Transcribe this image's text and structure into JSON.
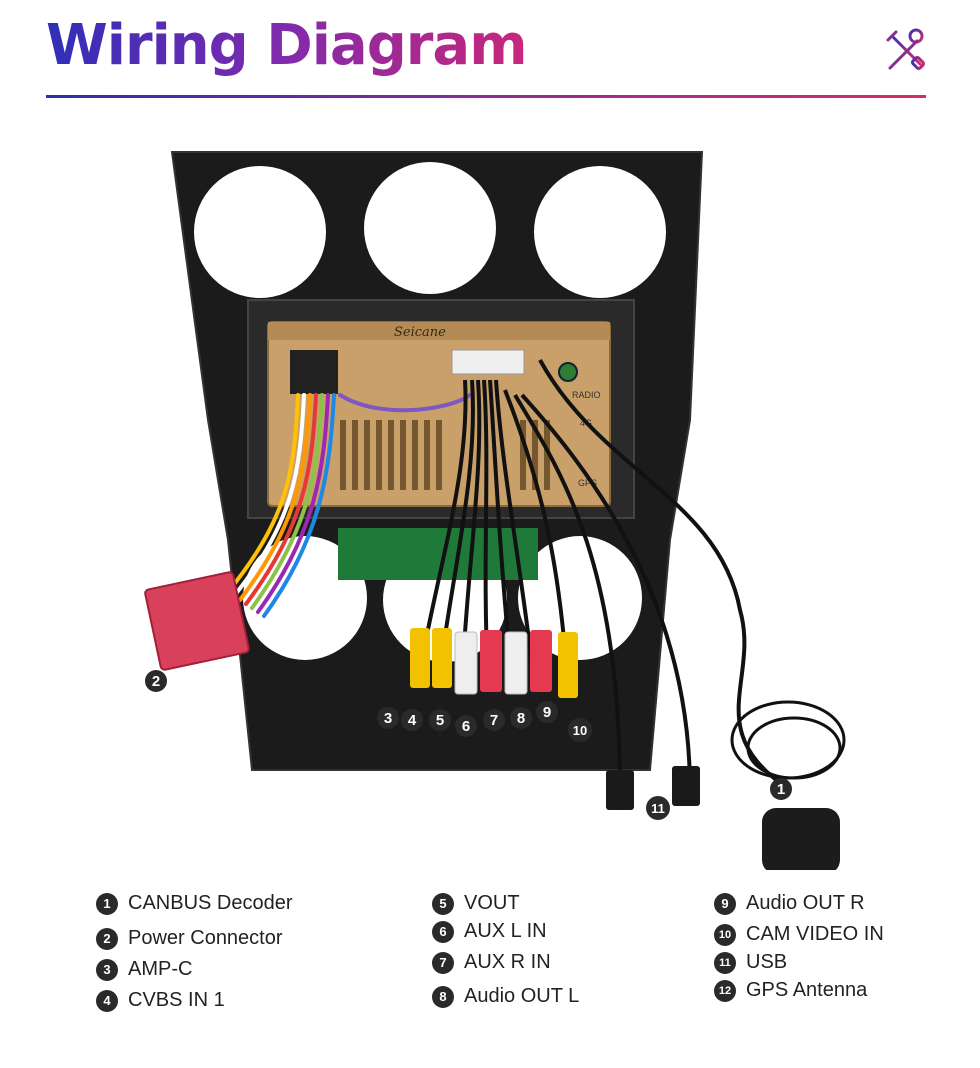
{
  "header": {
    "title": "Wiring Diagram"
  },
  "icons": {
    "tools": "tools-icon",
    "accent": "#c8287a",
    "brand": "#2f2fb8"
  },
  "unit": {
    "brand_text": "Seicane",
    "port_label_radio": "RADIO",
    "port_label_4g": "4G",
    "port_label_gps": "GPS"
  },
  "callouts": [
    "1",
    "2",
    "3",
    "4",
    "5",
    "6",
    "7",
    "8",
    "9",
    "10",
    "11"
  ],
  "legend": {
    "col1": [
      {
        "num": "1",
        "label": "CANBUS Decoder"
      },
      {
        "num": "2",
        "label": "Power Connector"
      },
      {
        "num": "3",
        "label": "AMP-C"
      },
      {
        "num": "4",
        "label": "CVBS IN 1"
      }
    ],
    "col2": [
      {
        "num": "5",
        "label": "VOUT"
      },
      {
        "num": "6",
        "label": "AUX L IN"
      },
      {
        "num": "7",
        "label": "AUX R IN"
      },
      {
        "num": "8",
        "label": "Audio OUT L"
      }
    ],
    "col3": [
      {
        "num": "9",
        "label": "Audio OUT R"
      },
      {
        "num": "10",
        "label": "CAM VIDEO IN"
      },
      {
        "num": "11",
        "label": "USB"
      },
      {
        "num": "12",
        "label": "GPS Antenna"
      }
    ]
  }
}
